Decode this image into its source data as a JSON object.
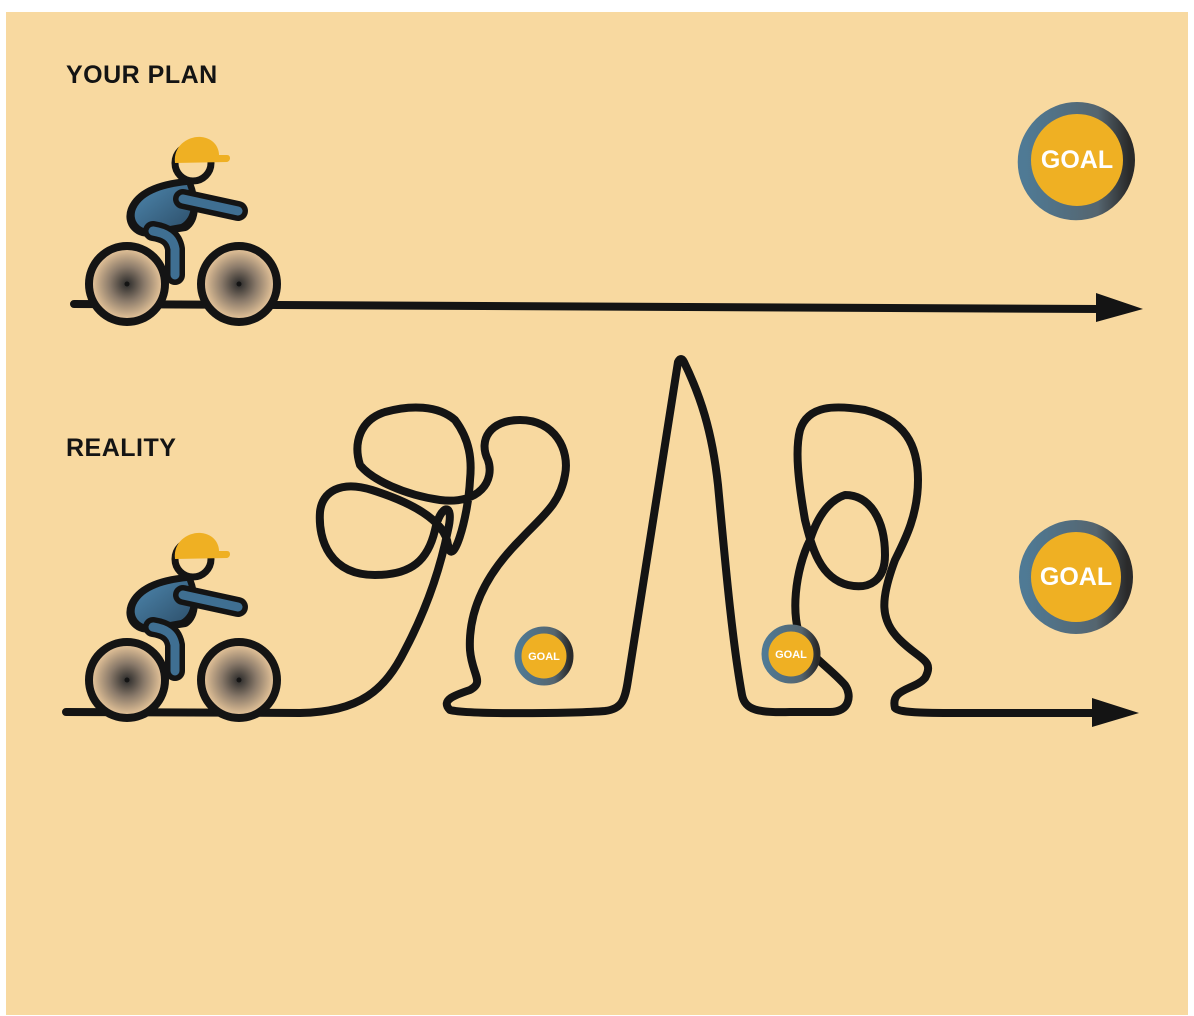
{
  "sections": {
    "plan": {
      "label": "YOUR PLAN"
    },
    "reality": {
      "label": "REALITY"
    }
  },
  "signs": {
    "goal_text": "GOAL"
  },
  "colors": {
    "background": "#f8d9a0",
    "line": "#141414",
    "sign_fill": "#efb023",
    "sign_ring": "#5b7a8c",
    "rider_body": "#3f6f92",
    "helmet": "#efb023"
  },
  "icons": {
    "rider": "cyclist-icon",
    "sign": "goal-sign-icon",
    "arrow": "arrowhead-icon"
  }
}
